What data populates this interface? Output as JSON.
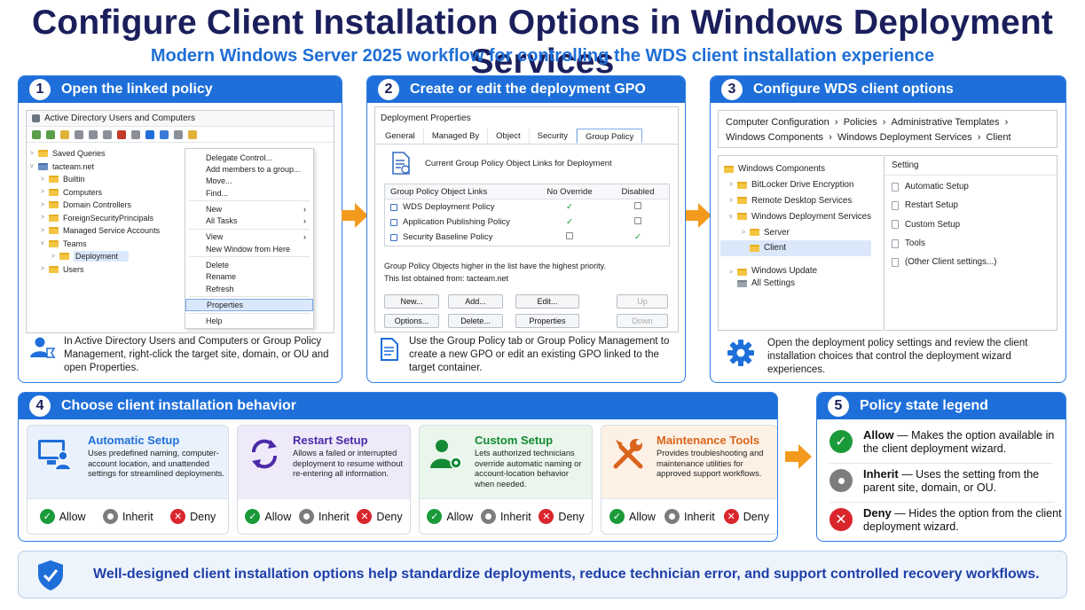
{
  "title": "Configure Client Installation Options in Windows Deployment Services",
  "subtitle": "Modern Windows Server 2025 workflow for controlling the WDS client installation experience",
  "step1": {
    "number": "1",
    "heading": "Open the linked policy",
    "window_title": "Active Directory Users and Computers",
    "tree": [
      "Saved Queries",
      "tacteam.net",
      "Builtin",
      "Computers",
      "Domain Controllers",
      "ForeignSecurityPrincipals",
      "Managed Service Accounts",
      "Teams",
      "Deployment",
      "Users"
    ],
    "menu": [
      "Delegate Control...",
      "Add members to a group...",
      "Move...",
      "Find...",
      "New",
      "All Tasks",
      "View",
      "New Window from Here",
      "Delete",
      "Rename",
      "Refresh",
      "Properties",
      "Help"
    ],
    "description": "In Active Directory Users and Computers or Group Policy Management, right-click the target site, domain, or OU and open Properties."
  },
  "step2": {
    "number": "2",
    "heading": "Create or edit the deployment GPO",
    "window_title": "Deployment Properties",
    "tabs": [
      "General",
      "Managed By",
      "Object",
      "Security",
      "Group Policy"
    ],
    "links_caption": "Current Group Policy Object Links for Deployment",
    "columns": [
      "Group Policy Object Links",
      "No Override",
      "Disabled"
    ],
    "rows": [
      {
        "name": "WDS Deployment Policy",
        "no_override": true,
        "disabled": false
      },
      {
        "name": "Application Publishing Policy",
        "no_override": true,
        "disabled": false
      },
      {
        "name": "Security Baseline Policy",
        "no_override": false,
        "disabled": true
      }
    ],
    "priority_note": "Group Policy Objects higher in the list have the highest priority.",
    "obtained_note": "This list obtained from: tacteam.net",
    "buttons": {
      "new": "New...",
      "add": "Add...",
      "edit": "Edit...",
      "up": "Up",
      "options": "Options...",
      "delete": "Delete...",
      "properties": "Properties",
      "down": "Down"
    },
    "description": "Use the Group Policy tab or Group Policy Management to create a new GPO or edit an existing GPO linked to the target container."
  },
  "step3": {
    "number": "3",
    "heading": "Configure WDS client options",
    "path_line1": [
      "Computer Configuration",
      "Policies",
      "Administrative Templates"
    ],
    "path_line2": [
      "Windows Components",
      "Windows Deployment Services",
      "Client"
    ],
    "tree": [
      "Windows Components",
      "BitLocker Drive Encryption",
      "Remote Desktop Services",
      "Windows Deployment Services",
      "Server",
      "Client",
      "Windows Update",
      "All Settings"
    ],
    "settings_header": "Setting",
    "settings": [
      "Automatic Setup",
      "Restart Setup",
      "Custom Setup",
      "Tools",
      "(Other Client settings...)"
    ],
    "description": "Open the deployment policy settings and review the client installation choices that control the deployment wizard experiences."
  },
  "step4": {
    "number": "4",
    "heading": "Choose client installation behavior",
    "cards": [
      {
        "title": "Automatic Setup",
        "desc": "Uses predefined naming, computer-account location, and unattended settings for streamlined deployments.",
        "color": "#1e6fd9",
        "bg": "#e9f1fc"
      },
      {
        "title": "Restart Setup",
        "desc": "Allows a failed or interrupted deployment to resume without re-entering all information.",
        "color": "#4b2aa8",
        "bg": "#efeafa"
      },
      {
        "title": "Custom Setup",
        "desc": "Lets authorized technicians override automatic naming or account-location behavior when needed.",
        "color": "#148a35",
        "bg": "#eaf6ec"
      },
      {
        "title": "Maintenance Tools",
        "desc": "Provides troubleshooting and maintenance utilities for approved support workflows.",
        "color": "#d9641b",
        "bg": "#fdf1e6"
      }
    ],
    "states": [
      "Allow",
      "Inherit",
      "Deny"
    ]
  },
  "step5": {
    "number": "5",
    "heading": "Policy state legend",
    "items": [
      {
        "term": "Allow",
        "text": " — Makes the option available in the client deployment wizard."
      },
      {
        "term": "Inherit",
        "text": " — Uses the setting from the parent site, domain, or OU."
      },
      {
        "term": "Deny",
        "text": " — Hides the option from the client deployment wizard."
      }
    ]
  },
  "banner": "Well-designed client installation options help standardize deployments, reduce technician error, and support controlled recovery workflows.",
  "colors": {
    "accent": "#1e6fd9",
    "title": "#1a1f5c",
    "arrow": "#f39a1e",
    "allow": "#1b9a3a",
    "inherit": "#7d7d7d",
    "deny": "#d9262c"
  },
  "icons": [
    "user-admin-icon",
    "document-icon",
    "gear-icon",
    "computer-user-icon",
    "restart-icon",
    "user-gear-icon",
    "tools-icon",
    "shield-check-icon",
    "check-circle-icon",
    "inherit-circle-icon",
    "deny-circle-icon",
    "arrow-right-icon",
    "folder-icon"
  ]
}
